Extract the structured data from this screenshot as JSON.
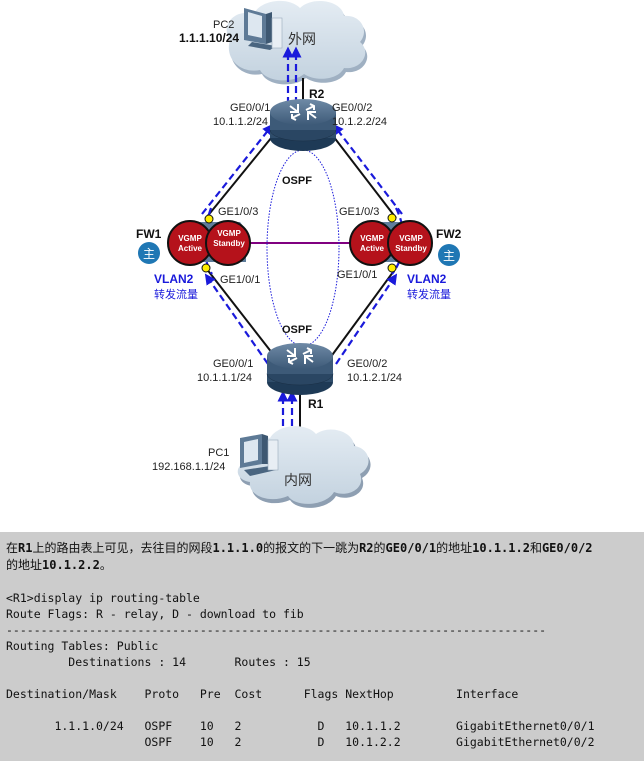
{
  "diagram": {
    "clouds": {
      "external": "外网",
      "internal": "内网"
    },
    "pc2": {
      "name": "PC2",
      "ip": "1.1.1.10/24"
    },
    "pc1": {
      "name": "PC1",
      "ip": "192.168.1.1/24"
    },
    "r2": {
      "name": "R2",
      "left_port": "GE0/0/1",
      "left_ip": "10.1.1.2/24",
      "right_port": "GE0/0/2",
      "right_ip": "10.1.2.2/24"
    },
    "r1": {
      "name": "R1",
      "left_port": "GE0/0/1",
      "left_ip": "10.1.1.1/24",
      "right_port": "GE0/0/2",
      "right_ip": "10.1.2.1/24"
    },
    "fw1": {
      "name": "FW1",
      "role_badge": "主",
      "top_port": "GE1/0/3",
      "bottom_port": "GE1/0/1",
      "vgmp_left_1": "VGMP",
      "vgmp_left_2": "Active",
      "vgmp_right_1": "VGMP",
      "vgmp_right_2": "Standby",
      "vlan": "VLAN2",
      "vlan_desc": "转发流量"
    },
    "fw2": {
      "name": "FW2",
      "role_badge": "主",
      "top_port": "GE1/0/3",
      "bottom_port": "GE1/0/1",
      "vgmp_left_1": "VGMP",
      "vgmp_left_2": "Active",
      "vgmp_right_1": "VGMP",
      "vgmp_right_2": "Standby",
      "vlan": "VLAN2",
      "vlan_desc": "转发流量"
    },
    "ospf_top": "OSPF",
    "ospf_bottom": "OSPF",
    "colors": {
      "router_body": "#2f4d6b",
      "fw_red": "#b5121b",
      "flow_blue": "#1a1adb",
      "heartbeat_purple": "#800080",
      "badge_blue": "#1f77b4",
      "port_yellow": "#ffee00",
      "cloud": "#cfdbe6",
      "terminal_bg": "#cccccc"
    }
  },
  "terminal": {
    "note_parts": [
      "在",
      "R1",
      "上的路由表上可见，去往目的网段",
      "1.1.1.0",
      "的报文的下一跳为",
      "R2",
      "的",
      "GE0/0/1",
      "的地址",
      "10.1.1.2",
      "和",
      "GE0/0/2",
      "的地址",
      "10.1.2.2",
      "。"
    ],
    "command": "<R1>display ip routing-table",
    "flags_line": "Route Flags: R - relay, D - download to fib",
    "separator": "------------------------------------------------------------------------------",
    "tables_line": "Routing Tables: Public",
    "counts_line": "         Destinations : 14       Routes : 15",
    "header": "Destination/Mask    Proto   Pre  Cost      Flags NextHop         Interface",
    "rows": [
      "       1.1.1.0/24   OSPF    10   2           D   10.1.1.2        GigabitEthernet0/0/1",
      "                    OSPF    10   2           D   10.1.2.2        GigabitEthernet0/0/2"
    ],
    "table": {
      "columns": [
        "Destination/Mask",
        "Proto",
        "Pre",
        "Cost",
        "Flags",
        "NextHop",
        "Interface"
      ],
      "entries": [
        [
          "1.1.1.0/24",
          "OSPF",
          "10",
          "2",
          "D",
          "10.1.1.2",
          "GigabitEthernet0/0/1"
        ],
        [
          "",
          "OSPF",
          "10",
          "2",
          "D",
          "10.1.2.2",
          "GigabitEthernet0/0/2"
        ]
      ]
    }
  }
}
